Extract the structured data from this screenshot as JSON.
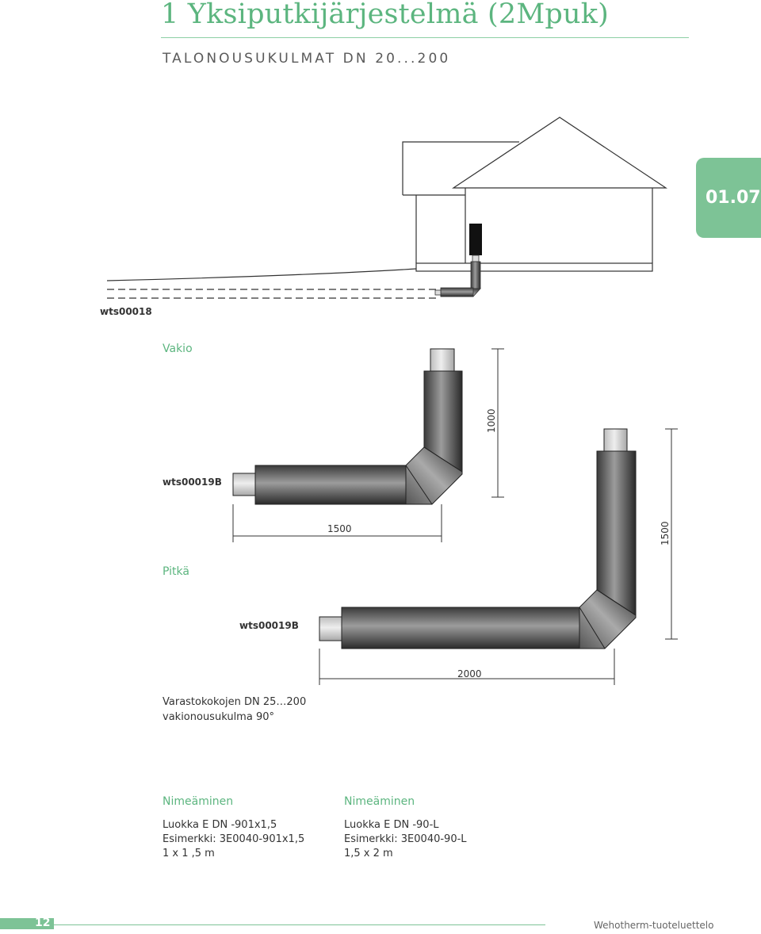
{
  "header": {
    "title": "1 Yksiputkijärjestelmä (2Mpuk)",
    "subtitle": "TALONOUSUKULMAT DN 20...200"
  },
  "tab": {
    "label": "01.07"
  },
  "illustration": {
    "code": "wts00018"
  },
  "vakio": {
    "label": "Vakio",
    "code": "wts00019B",
    "dim_vertical": "1000",
    "dim_horizontal": "1500"
  },
  "pitka": {
    "label": "Pitkä",
    "code": "wts00019B",
    "dim_vertical": "1500",
    "dim_horizontal": "2000"
  },
  "description": {
    "line1": "Varastokokojen DN 25…200",
    "line2": "vakionousukulma 90°"
  },
  "naming": [
    {
      "heading": "Nimeäminen",
      "line1": "Luokka E DN -901x1,5",
      "line2": "Esimerkki: 3E0040-901x1,5",
      "line3": "1 x 1 ,5 m"
    },
    {
      "heading": "Nimeäminen",
      "line1": "Luokka E DN -90-L",
      "line2": "Esimerkki: 3E0040-90-L",
      "line3": "1,5 x 2 m"
    }
  ],
  "footer": {
    "page_number": "12",
    "catalog": "Wehotherm-tuoteluettelo"
  },
  "colors": {
    "accent": "#5cb57f",
    "tab": "#7dc396"
  }
}
